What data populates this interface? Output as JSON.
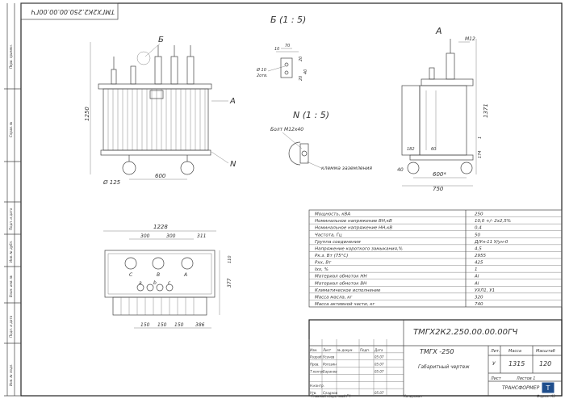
{
  "doc_code_rotated": "ТМГХ2К2.250.00.00.00ГЧ",
  "side_labels": [
    "Перв. примен.",
    "Справ. №",
    "Подп. и дата",
    "Инв. № дубл.",
    "Взам. инв. №",
    "Подп. и дата",
    "Инв. № подл."
  ],
  "view_b_title": "Б (1 : 5)",
  "view_n_title": "N (1 : 5)",
  "callouts": {
    "b": "Б",
    "a_front": "А",
    "a_side": "А",
    "n": "N"
  },
  "m12_label": "М12",
  "bolt_label": "Болт М12х40",
  "ground_label": "клемма заземления",
  "hole_label": "Ø 10\n2отв.",
  "dims": {
    "height_front": "1250",
    "wheel_dia": "Ø 125",
    "track_front": "600",
    "height_side": "1371",
    "track_side": "600*",
    "depth_side": "750",
    "d40": "40",
    "d182": "182",
    "top_width": "1228",
    "top_300a": "300",
    "top_300b": "300",
    "top_311": "311",
    "top_110": "110",
    "top_377": "377",
    "top_150a": "150",
    "top_150b": "150",
    "top_150c": "150",
    "top_386": "386",
    "b_10": "10",
    "b_70": "70",
    "b_20a": "20",
    "b_20b": "20",
    "b_40": "40",
    "s60": "60",
    "s174": "174",
    "s1": "1"
  },
  "bushing_labels": [
    "a",
    "b",
    "c",
    "A",
    "B",
    "C"
  ],
  "specs": [
    {
      "name": "Мощность, кВА",
      "value": "250"
    },
    {
      "name": "Номинальное напряжение ВН,кВ",
      "value": "10,0 +/- 2х2,5%"
    },
    {
      "name": "Номинальное напряжение НН,кВ",
      "value": "0,4"
    },
    {
      "name": "Частота, Гц",
      "value": "50"
    },
    {
      "name": "Группа соединения",
      "value": "Д/Ун-11  У/ун-0"
    },
    {
      "name": "Напряжение короткого замыкания,%",
      "value": "4,5"
    },
    {
      "name": "Рк.з. Вт (75°С)",
      "value": "2955"
    },
    {
      "name": "Рхх, Вт",
      "value": "425"
    },
    {
      "name": "Iхх, %",
      "value": "1"
    },
    {
      "name": "Материал обмоток НН",
      "value": "Al"
    },
    {
      "name": "Материал обмоток ВН",
      "value": "Al"
    },
    {
      "name": "Климатическое исполнение",
      "value": "УХЛ1, У1"
    },
    {
      "name": "Масса масла, кг",
      "value": "320"
    },
    {
      "name": "Масса активной части, кг",
      "value": "740"
    }
  ],
  "title_block": {
    "designation": "ТМГХ2К2.250.00.00.00ГЧ",
    "name": "ТМГХ -250",
    "subtitle": "Габаритный чертеж",
    "col_lit": "Лит.",
    "col_mass": "Масса",
    "col_scale": "Масштаб",
    "lit": "У",
    "mass": "1315",
    "scale": "120",
    "sheet": "Лист",
    "sheets": "Листов 1",
    "company": "ТРАНСФОРМЕР",
    "copy": "Копировал",
    "format": "Формат А3",
    "rows": [
      {
        "role": "Изм.",
        "name": "Лист",
        "doc": "№ докум.",
        "sign": "Подп.",
        "date": "Дата"
      },
      {
        "role": "Разраб.",
        "name": "Усачев",
        "date": "05.07"
      },
      {
        "role": "Пров.",
        "name": "Рогозин",
        "date": "05.07"
      },
      {
        "role": "Т.контр.",
        "name": "Баранов",
        "date": "05.07"
      },
      {
        "role": "",
        "name": "",
        "date": ""
      },
      {
        "role": "Н.контр.",
        "name": "",
        "date": ""
      },
      {
        "role": "Утв.",
        "name": "Сладнов",
        "date": "05.07"
      }
    ]
  },
  "bottom_note": "Главный сборочный ГЧ"
}
